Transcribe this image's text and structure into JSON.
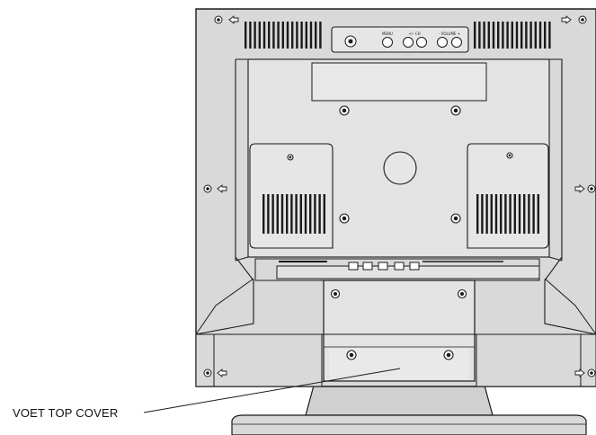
{
  "diagram": {
    "callout_label": "VOET TOP COVER",
    "button_labels": [
      "MENU",
      "+/- CH",
      "- VOLUME +"
    ],
    "colors": {
      "outline": "#1a1a1a",
      "body": "#d9d9d9",
      "panel": "#e6e6e6",
      "background": "#ffffff"
    }
  }
}
